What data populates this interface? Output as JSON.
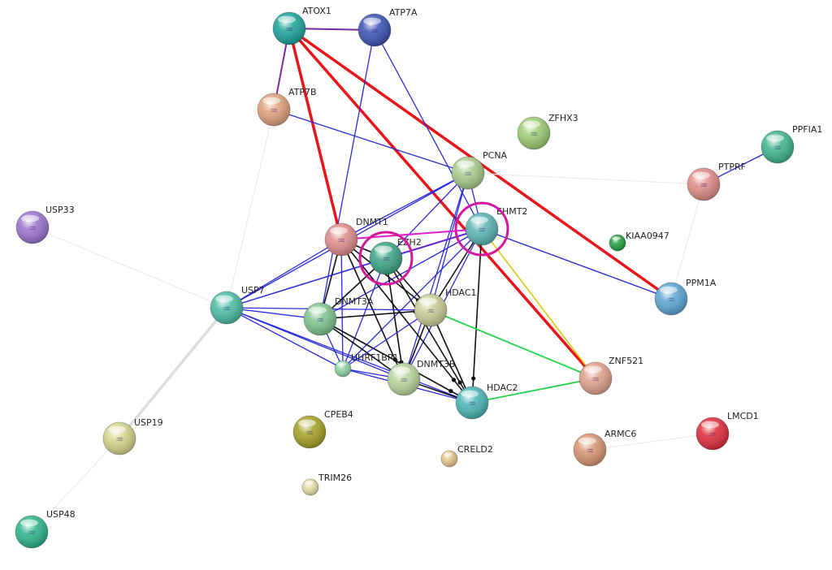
{
  "nodes": [
    {
      "id": "ATOX1",
      "label": "ATOX1",
      "color": "#1aa39a",
      "size": "large"
    },
    {
      "id": "ATP7A",
      "label": "ATP7A",
      "color": "#3a50b4",
      "size": "large"
    },
    {
      "id": "ATP7B",
      "label": "ATP7B",
      "color": "#e0a07a",
      "size": "large"
    },
    {
      "id": "ZFHX3",
      "label": "ZFHX3",
      "color": "#9ccc72",
      "size": "large"
    },
    {
      "id": "PPFIA1",
      "label": "PPFIA1",
      "color": "#3db48c",
      "size": "large"
    },
    {
      "id": "PCNA",
      "label": "PCNA",
      "color": "#a6cc8a",
      "size": "large"
    },
    {
      "id": "PTPRF",
      "label": "PTPRF",
      "color": "#e08a84",
      "size": "large"
    },
    {
      "id": "USP33",
      "label": "USP33",
      "color": "#9a72cc",
      "size": "large"
    },
    {
      "id": "EHMT2",
      "label": "EHMT2",
      "color": "#5ab4b4",
      "size": "large"
    },
    {
      "id": "KIAA0947",
      "label": "KIAA0947",
      "color": "#1e9e3a",
      "size": "small"
    },
    {
      "id": "DNMT1",
      "label": "DNMT1",
      "color": "#e08a8a",
      "size": "large"
    },
    {
      "id": "EZH2",
      "label": "EZH2",
      "color": "#3aa484",
      "size": "large"
    },
    {
      "id": "PPM1A",
      "label": "PPM1A",
      "color": "#5aa6d4",
      "size": "large"
    },
    {
      "id": "USP7",
      "label": "USP7",
      "color": "#4abca4",
      "size": "large"
    },
    {
      "id": "DNMT3A",
      "label": "DNMT3A",
      "color": "#7cc48a",
      "size": "large"
    },
    {
      "id": "HDAC1",
      "label": "HDAC1",
      "color": "#c8cc94",
      "size": "large"
    },
    {
      "id": "UHRF1BP1",
      "label": "UHRF1BP1",
      "color": "#8cd4a4",
      "size": "small"
    },
    {
      "id": "DNMT3B",
      "label": "DNMT3B",
      "color": "#b8d49a",
      "size": "large"
    },
    {
      "id": "ZNF521",
      "label": "ZNF521",
      "color": "#e0a08c",
      "size": "large"
    },
    {
      "id": "HDAC2",
      "label": "HDAC2",
      "color": "#4ab4b4",
      "size": "large"
    },
    {
      "id": "CPEB4",
      "label": "CPEB4",
      "color": "#a4a022",
      "size": "large"
    },
    {
      "id": "LMCD1",
      "label": "LMCD1",
      "color": "#e02a3a",
      "size": "large"
    },
    {
      "id": "USP19",
      "label": "USP19",
      "color": "#d4d48a",
      "size": "large"
    },
    {
      "id": "ARMC6",
      "label": "ARMC6",
      "color": "#d89470",
      "size": "large"
    },
    {
      "id": "CRELD2",
      "label": "CRELD2",
      "color": "#e6c48a",
      "size": "small"
    },
    {
      "id": "TRIM26",
      "label": "TRIM26",
      "color": "#e6dca4",
      "size": "small"
    },
    {
      "id": "USP48",
      "label": "USP48",
      "color": "#2ab48a",
      "size": "large"
    }
  ],
  "edges": [
    {
      "from": "ATOX1",
      "to": "ATP7A",
      "type": "purple"
    },
    {
      "from": "ATOX1",
      "to": "ATP7B",
      "type": "purple"
    },
    {
      "from": "ATOX1",
      "to": "DNMT1",
      "type": "red"
    },
    {
      "from": "ATOX1",
      "to": "PPM1A",
      "type": "red"
    },
    {
      "from": "ATOX1",
      "to": "ZNF521",
      "type": "red"
    },
    {
      "from": "ATP7A",
      "to": "DNMT3A",
      "type": "blue"
    },
    {
      "from": "ATP7A",
      "to": "EHMT2",
      "type": "blue"
    },
    {
      "from": "ATP7B",
      "to": "PCNA",
      "type": "blue"
    },
    {
      "from": "PTPRF",
      "to": "PPFIA1",
      "type": "blue"
    },
    {
      "from": "PCNA",
      "to": "DNMT1",
      "type": "blue"
    },
    {
      "from": "PCNA",
      "to": "EZH2",
      "type": "blue"
    },
    {
      "from": "PCNA",
      "to": "HDAC1",
      "type": "blue"
    },
    {
      "from": "PCNA",
      "to": "EHMT2",
      "type": "blue"
    },
    {
      "from": "PCNA",
      "to": "USP7",
      "type": "blue"
    },
    {
      "from": "PCNA",
      "to": "DNMT3B",
      "type": "blue"
    },
    {
      "from": "EHMT2",
      "to": "PPM1A",
      "type": "blue"
    },
    {
      "from": "EHMT2",
      "to": "ZNF521",
      "type": "yellow"
    },
    {
      "from": "EHMT2",
      "to": "DNMT1",
      "type": "magenta"
    },
    {
      "from": "EHMT2",
      "to": "EZH2",
      "type": "magenta"
    },
    {
      "from": "EHMT2",
      "to": "HDAC1",
      "type": "black"
    },
    {
      "from": "EHMT2",
      "to": "HDAC2",
      "type": "black"
    },
    {
      "from": "EHMT2",
      "to": "DNMT3A",
      "type": "blue"
    },
    {
      "from": "EHMT2",
      "to": "DNMT3B",
      "type": "blue"
    },
    {
      "from": "EHMT2",
      "to": "UHRF1BP1",
      "type": "blue"
    },
    {
      "from": "EHMT2",
      "to": "USP7",
      "type": "blue"
    },
    {
      "from": "DNMT1",
      "to": "EZH2",
      "type": "black"
    },
    {
      "from": "DNMT1",
      "to": "DNMT3A",
      "type": "black"
    },
    {
      "from": "DNMT1",
      "to": "DNMT3B",
      "type": "black"
    },
    {
      "from": "DNMT1",
      "to": "HDAC1",
      "type": "black"
    },
    {
      "from": "DNMT1",
      "to": "HDAC2",
      "type": "black"
    },
    {
      "from": "DNMT1",
      "to": "USP7",
      "type": "blue"
    },
    {
      "from": "DNMT1",
      "to": "UHRF1BP1",
      "type": "blue"
    },
    {
      "from": "EZH2",
      "to": "DNMT3A",
      "type": "black"
    },
    {
      "from": "EZH2",
      "to": "DNMT3B",
      "type": "black"
    },
    {
      "from": "EZH2",
      "to": "HDAC1",
      "type": "black"
    },
    {
      "from": "EZH2",
      "to": "HDAC2",
      "type": "black"
    },
    {
      "from": "EZH2",
      "to": "USP7",
      "type": "blue"
    },
    {
      "from": "EZH2",
      "to": "UHRF1BP1",
      "type": "blue"
    },
    {
      "from": "USP7",
      "to": "DNMT3A",
      "type": "blue"
    },
    {
      "from": "USP7",
      "to": "HDAC1",
      "type": "blue"
    },
    {
      "from": "USP7",
      "to": "HDAC2",
      "type": "blue"
    },
    {
      "from": "USP7",
      "to": "DNMT3B",
      "type": "blue"
    },
    {
      "from": "USP7",
      "to": "UHRF1BP1",
      "type": "blue"
    },
    {
      "from": "USP7",
      "to": "USP19",
      "type": "grey"
    },
    {
      "from": "USP7",
      "to": "USP33",
      "type": "faint"
    },
    {
      "from": "DNMT3A",
      "to": "DNMT3B",
      "type": "black"
    },
    {
      "from": "DNMT3A",
      "to": "HDAC1",
      "type": "black"
    },
    {
      "from": "DNMT3A",
      "to": "HDAC2",
      "type": "black"
    },
    {
      "from": "DNMT3A",
      "to": "UHRF1BP1",
      "type": "blue"
    },
    {
      "from": "HDAC1",
      "to": "HDAC2",
      "type": "black"
    },
    {
      "from": "HDAC1",
      "to": "DNMT3B",
      "type": "black"
    },
    {
      "from": "HDAC1",
      "to": "ZNF521",
      "type": "green"
    },
    {
      "from": "HDAC1",
      "to": "UHRF1BP1",
      "type": "blue"
    },
    {
      "from": "DNMT3B",
      "to": "HDAC2",
      "type": "black"
    },
    {
      "from": "DNMT3B",
      "to": "UHRF1BP1",
      "type": "blue"
    },
    {
      "from": "HDAC2",
      "to": "ZNF521",
      "type": "green"
    },
    {
      "from": "UHRF1BP1",
      "to": "HDAC2",
      "type": "blue"
    },
    {
      "from": "ARMC6",
      "to": "LMCD1",
      "type": "faint"
    },
    {
      "from": "USP19",
      "to": "USP48",
      "type": "faint"
    },
    {
      "from": "PTPRF",
      "to": "PPM1A",
      "type": "faint"
    },
    {
      "from": "PCNA",
      "to": "PTPRF",
      "type": "faint"
    },
    {
      "from": "ATP7B",
      "to": "USP7",
      "type": "faint"
    }
  ],
  "highlighted": [
    "EZH2",
    "EHMT2"
  ],
  "edge_colors": {
    "red": "#e8141a",
    "blue": "#2a2ae0",
    "black": "#111111",
    "magenta": "#e020d0",
    "purple": "#7a2aa0",
    "yellow": "#d4c800",
    "green": "#22d44a",
    "grey": "#dcdcdc",
    "faint": "#ececec"
  },
  "highlight_color": "#d4169a"
}
